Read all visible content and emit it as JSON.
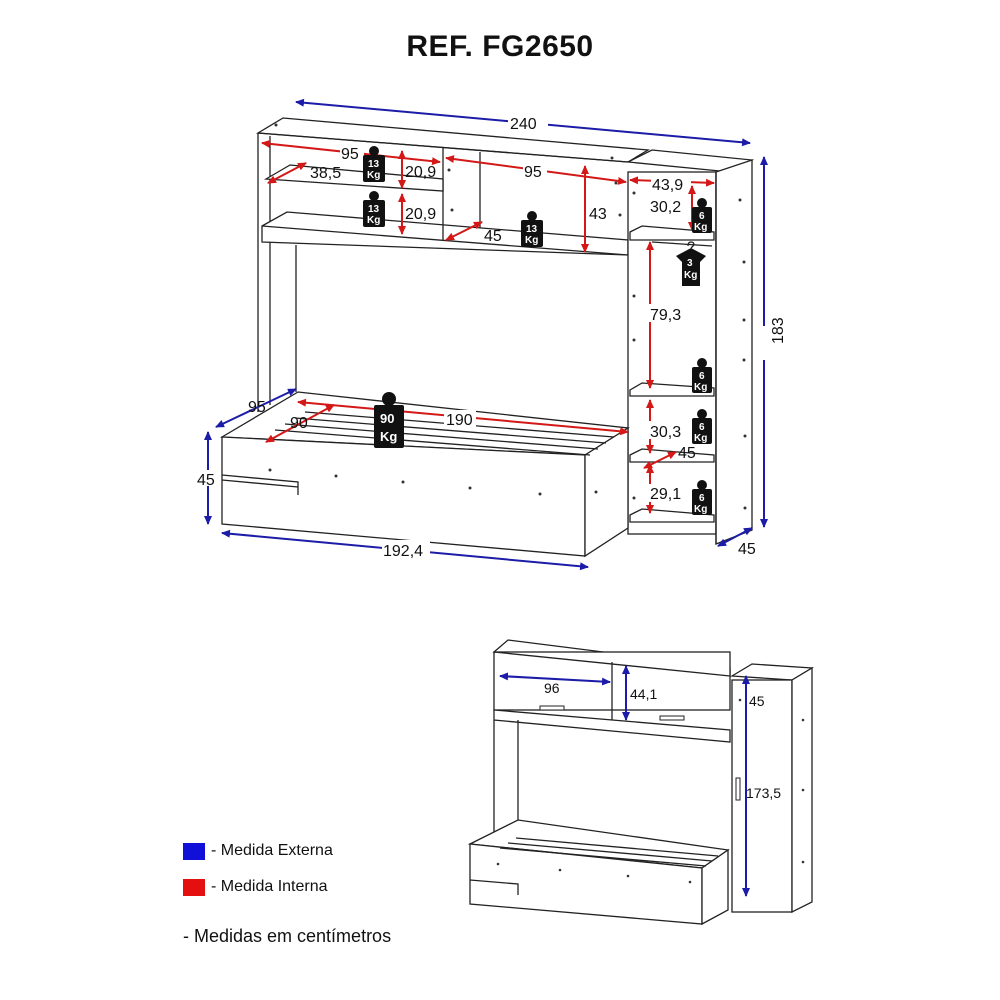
{
  "title": "REF. FG2650",
  "colors": {
    "external": "#1c1ca8",
    "internal": "#d41818"
  },
  "main_view": {
    "external_dims": {
      "width_total": "240",
      "height_total": "183",
      "depth_side": "95",
      "bed_height": "45",
      "bed_width": "192,4",
      "closet_depth": "45"
    },
    "internal_dims": {
      "top_left_width": "95",
      "top_left_depth": "38,5",
      "top_left_height_1": "20,9",
      "top_left_height_2": "20,9",
      "top_mid_width": "95",
      "top_mid_height": "43",
      "top_mid_depth": "45",
      "closet_width": "43,9",
      "closet_top_height": "30,2",
      "closet_hanging_height": "79,3",
      "closet_mid_height": "30,3",
      "closet_depth_inner": "45",
      "closet_bottom_height": "29,1",
      "bed_length": "190",
      "bed_width_inner": "90"
    },
    "weights": {
      "top_left_upper": {
        "num": "13",
        "unit": "Kg"
      },
      "top_left_lower": {
        "num": "13",
        "unit": "Kg"
      },
      "top_mid": {
        "num": "13",
        "unit": "Kg"
      },
      "closet_top": {
        "num": "6",
        "unit": "Kg"
      },
      "hanger": {
        "num": "3",
        "unit": "Kg"
      },
      "closet_shelf_1": {
        "num": "6",
        "unit": "Kg"
      },
      "closet_shelf_2": {
        "num": "6",
        "unit": "Kg"
      },
      "closet_bottom": {
        "num": "6",
        "unit": "Kg"
      },
      "bed": {
        "num": "90",
        "unit": "Kg"
      }
    }
  },
  "secondary_view": {
    "door_width": "96",
    "door_height": "44,1",
    "closet_width": "45",
    "closet_height": "173,5"
  },
  "legend": {
    "external_label": "- Medida Externa",
    "internal_label": "- Medida Interna"
  },
  "note": "- Medidas em centímetros"
}
